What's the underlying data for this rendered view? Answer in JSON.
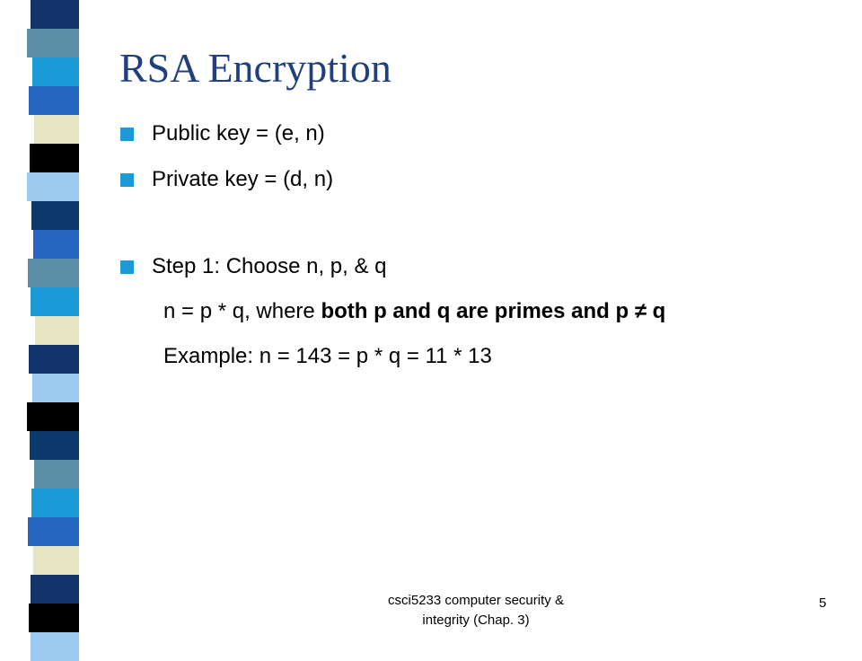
{
  "slide": {
    "title": "RSA Encryption",
    "bullets": [
      "Public key = (e, n)",
      "Private key = (d, n)",
      "Step 1: Choose n, p, & q"
    ],
    "sub1": {
      "prefix": "n = p * q, where ",
      "bold": "both p and q are primes and p ≠ q"
    },
    "sub2": "Example: n = 143 = p * q = 11 * 13"
  },
  "footer": {
    "line1": "csci5233 computer security &",
    "line2": "integrity (Chap. 3)",
    "page_number": "5"
  },
  "colors": {
    "title": "#1f3f7f",
    "bullet": "#1a9bd7",
    "stripe": [
      "#13336b",
      "#5b8fa8",
      "#1a9bd7",
      "#2466c2",
      "#e6e4c3",
      "#000000",
      "#9cc9ef",
      "#0d3a6e"
    ]
  }
}
